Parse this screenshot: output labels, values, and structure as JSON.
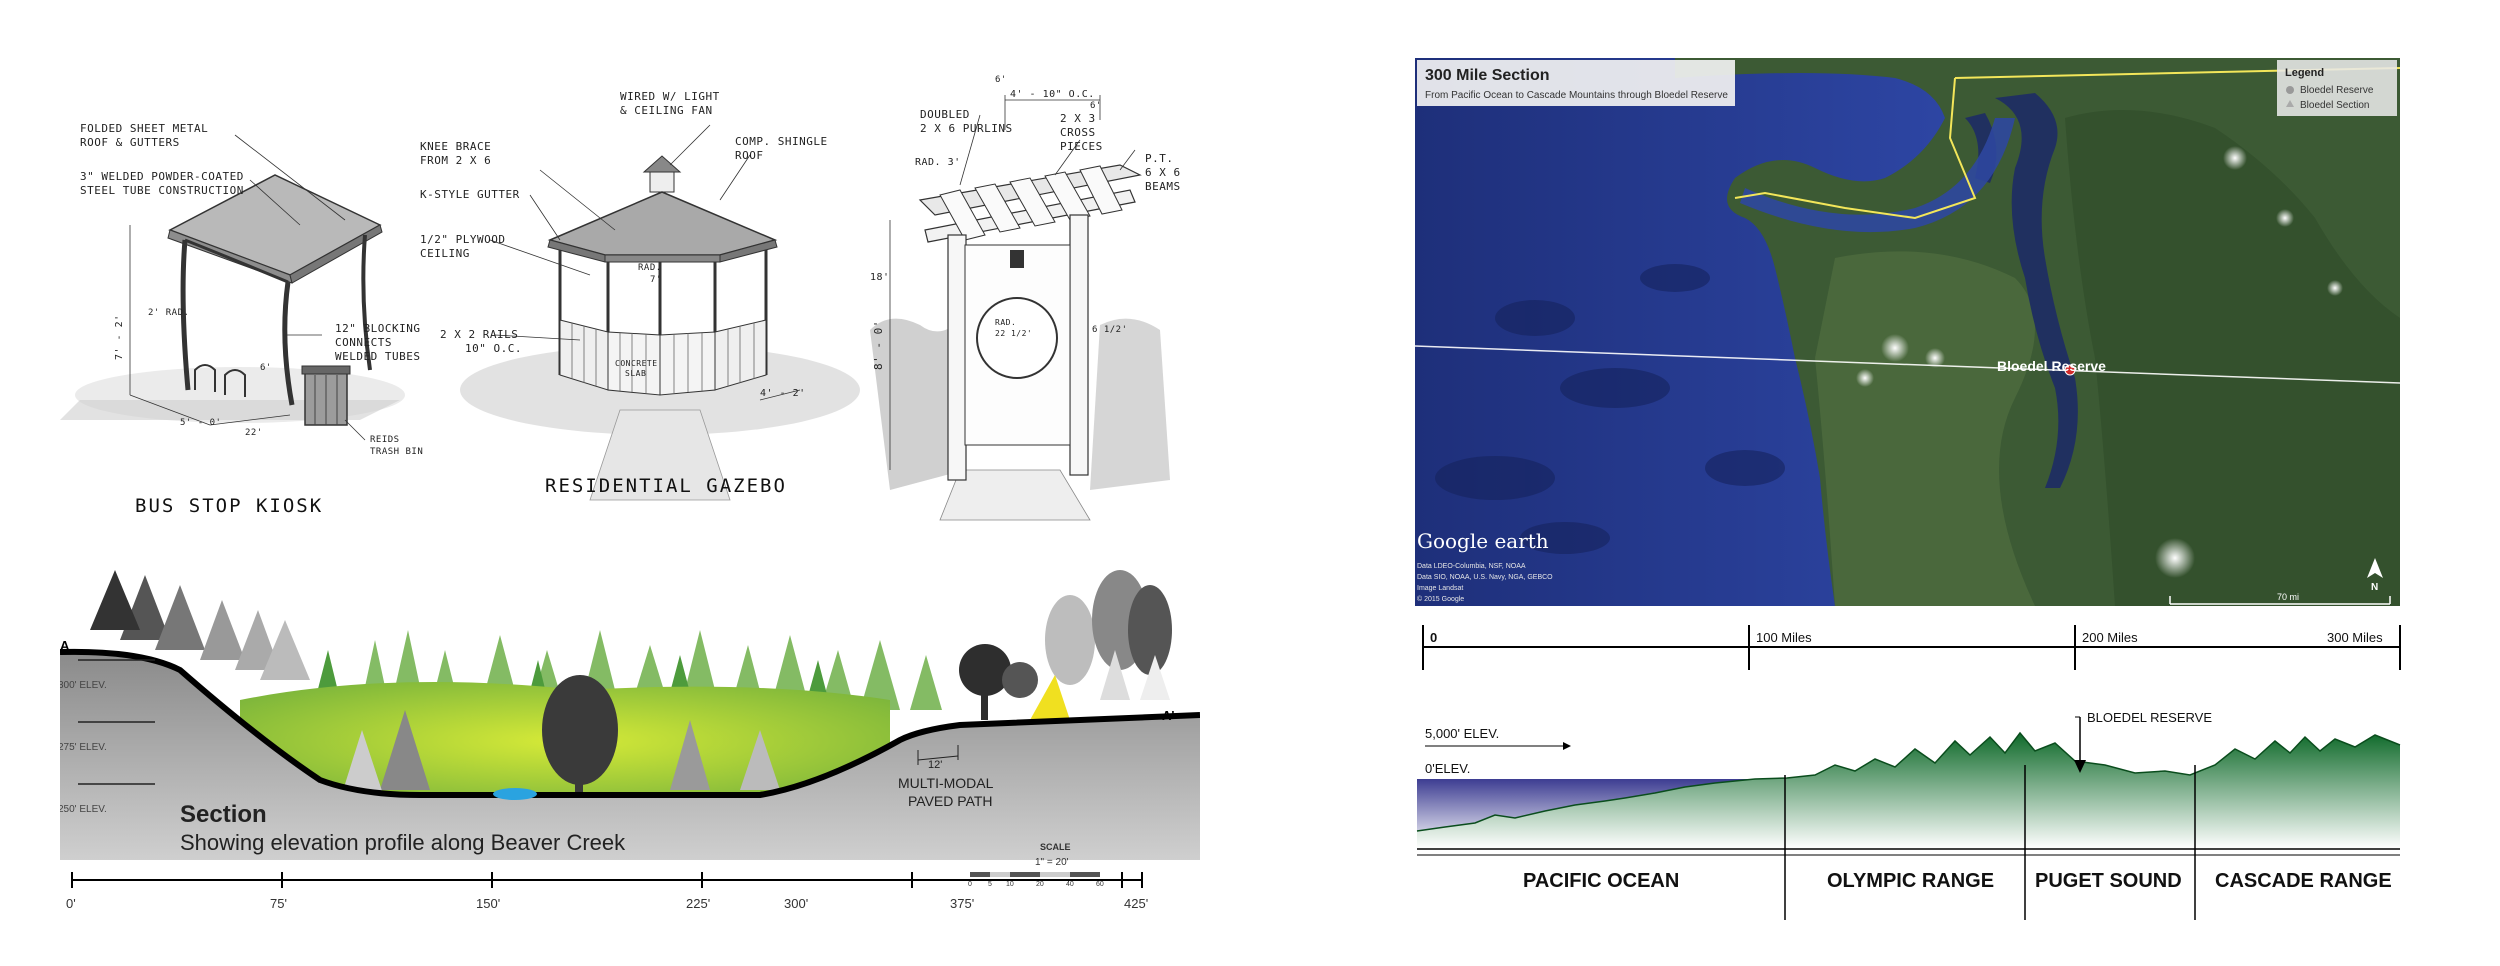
{
  "structures": {
    "bus_stop": {
      "title": "BUS STOP KIOSK",
      "notes": [
        "FOLDED SHEET METAL",
        "ROOF & GUTTERS",
        "3\" WELDED POWDER-COATED",
        "STEEL TUBE CONSTRUCTION",
        "12\" BLOCKING",
        "CONNECTS",
        "WELDED TUBES",
        "REIDS",
        "TRASH BIN"
      ],
      "dims": [
        "2' RAD.",
        "7' - 2'",
        "6'",
        "5' - 0'",
        "22'"
      ]
    },
    "gazebo": {
      "title": "RESIDENTIAL GAZEBO",
      "notes": [
        "WIRED W/ LIGHT",
        "& CEILING FAN",
        "KNEE BRACE",
        "FROM 2 X 6",
        "COMP. SHINGLE",
        "ROOF",
        "K-STYLE GUTTER",
        "1/2\" PLYWOOD",
        "CEILING",
        "2 X 2 RAILS",
        "10\" O.C.",
        "CONCRETE",
        "SLAB"
      ],
      "dims": [
        "RAD.",
        "7'",
        "4' - 2'"
      ]
    },
    "pergola": {
      "notes": [
        "DOUBLED",
        "2 X 6 PURLINS",
        "2 X 3",
        "CROSS",
        "PIECES",
        "P.T.",
        "6 X 6",
        "BEAMS"
      ],
      "dims": [
        "6'",
        "4' - 10\" O.C.",
        "6'",
        "RAD. 3'",
        "18'",
        "RAD.",
        "22 1/2'",
        "6 1/2'",
        "8' - 0'"
      ]
    }
  },
  "creek_section": {
    "point_start": "A",
    "point_end": "A'",
    "elevations": [
      "300' ELEV.",
      "275' ELEV.",
      "250' ELEV."
    ],
    "title": "Section",
    "subtitle": "Showing elevation profile along Beaver Creek",
    "path_dim": "12'",
    "path_label_1": "MULTI-MODAL",
    "path_label_2": "PAVED PATH",
    "scale_title": "SCALE",
    "scale_value": "1\" = 20'",
    "scale_ticks": [
      "0",
      "5",
      "10",
      "20",
      "40",
      "60"
    ],
    "axis_ticks": [
      "0'",
      "75'",
      "150'",
      "225'",
      "300'",
      "375'",
      "425'"
    ]
  },
  "map": {
    "title": "300 Mile Section",
    "subtitle": "From Pacific Ocean to Cascade Mountains through Bloedel Reserve",
    "legend_title": "Legend",
    "legend_items": [
      "Bloedel Reserve",
      "Bloedel Section"
    ],
    "place_label": "Bloedel Reserve",
    "brand": "Google earth",
    "credits": [
      "Data LDEO-Columbia, NSF, NOAA",
      "Data SIO, NOAA, U.S. Navy, NGA, GEBCO",
      "Image Landsat",
      "© 2015 Google"
    ],
    "scale_text": "70 mi",
    "north": "N"
  },
  "profile": {
    "ruler_ticks": [
      "0",
      "100 Miles",
      "200 Miles",
      "300 Miles"
    ],
    "elev_high": "5,000' ELEV.",
    "elev_zero": "0'ELEV.",
    "callout": "BLOEDEL RESERVE",
    "regions": [
      "PACIFIC OCEAN",
      "OLYMPIC RANGE",
      "PUGET SOUND",
      "CASCADE RANGE"
    ]
  }
}
